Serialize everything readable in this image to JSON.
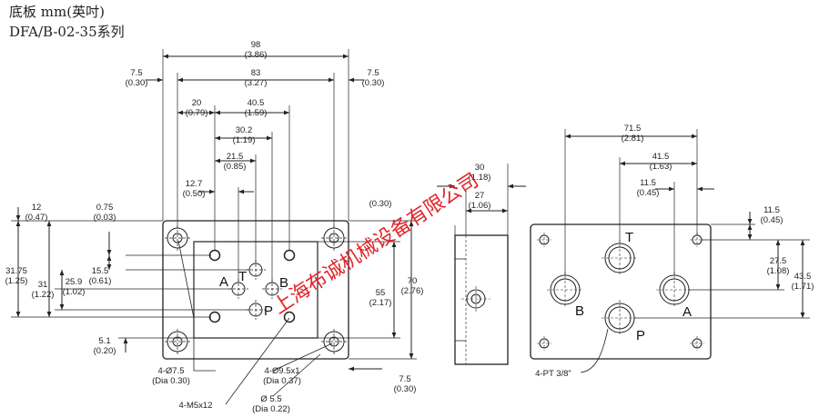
{
  "title": {
    "line1": "底板 mm(英吋)",
    "line2": "DFA/B-02-35系列"
  },
  "watermark": "上海布诚机械设备有限公司",
  "colors": {
    "watermark": "#e0242a",
    "line": "#222222"
  },
  "front_view": {
    "dims": {
      "w98": "98",
      "w98_in": "(3.86)",
      "w83": "83",
      "w83_in": "(3.27)",
      "l75": "7.5",
      "l75_in": "(0.30)",
      "r75": "7.5",
      "r75_in": "(0.30)",
      "d20": "20",
      "d20_in": "(0.79)",
      "d405": "40.5",
      "d405_in": "(1.59)",
      "d302": "30.2",
      "d302_in": "(1.19)",
      "d215": "21.5",
      "d215_in": "(0.85)",
      "d127": "12.7",
      "d127_in": "(0.50)",
      "h12": "12",
      "h12_in": "(0.47)",
      "h075": "0.75",
      "h075_in": "(0.03)",
      "h155": "15.5",
      "h155_in": "(0.61)",
      "h3175": "31.75",
      "h3175_in": "(1.25)",
      "h31": "31",
      "h31_in": "(1.22)",
      "h259": "25.9",
      "h259_in": "(1.02)",
      "h51": "5.1",
      "h51_in": "(0.20)",
      "v30": "30",
      "v30_in": "(1.18)",
      "v27": "27",
      "v27_in": "(1.06)",
      "v55": "55",
      "v55_in": "(2.17)",
      "v70": "70",
      "v70_in": "(2.76)",
      "v75b": "7.5",
      "v75b_in": "(0.30)",
      "hid_in": "(0.30)"
    },
    "ports": {
      "t": "T",
      "a": "A",
      "b": "B",
      "p": "P"
    },
    "callouts": {
      "c1": "4-Ø7.5",
      "c1_in": "(Dia 0.30)",
      "c2": "4-M5x12",
      "c3": "4-Ø9.5x1",
      "c3_in": "(Dia 0.37)",
      "c4": "Ø 5.5",
      "c4_in": "(Dia 0.22)"
    }
  },
  "bottom_view": {
    "dims": {
      "d715": "71.5",
      "d715_in": "(2.81)",
      "d415": "41.5",
      "d415_in": "(1.63)",
      "d115": "11.5",
      "d115_in": "(0.45)",
      "r115": "11.5",
      "r115_in": "(0.45)",
      "r275": "27.5",
      "r275_in": "(1.08)",
      "r435": "43.5",
      "r435_in": "(1.71)"
    },
    "ports": {
      "t": "T",
      "a": "A",
      "b": "B",
      "p": "P"
    },
    "callout": "4-PT 3/8\""
  }
}
